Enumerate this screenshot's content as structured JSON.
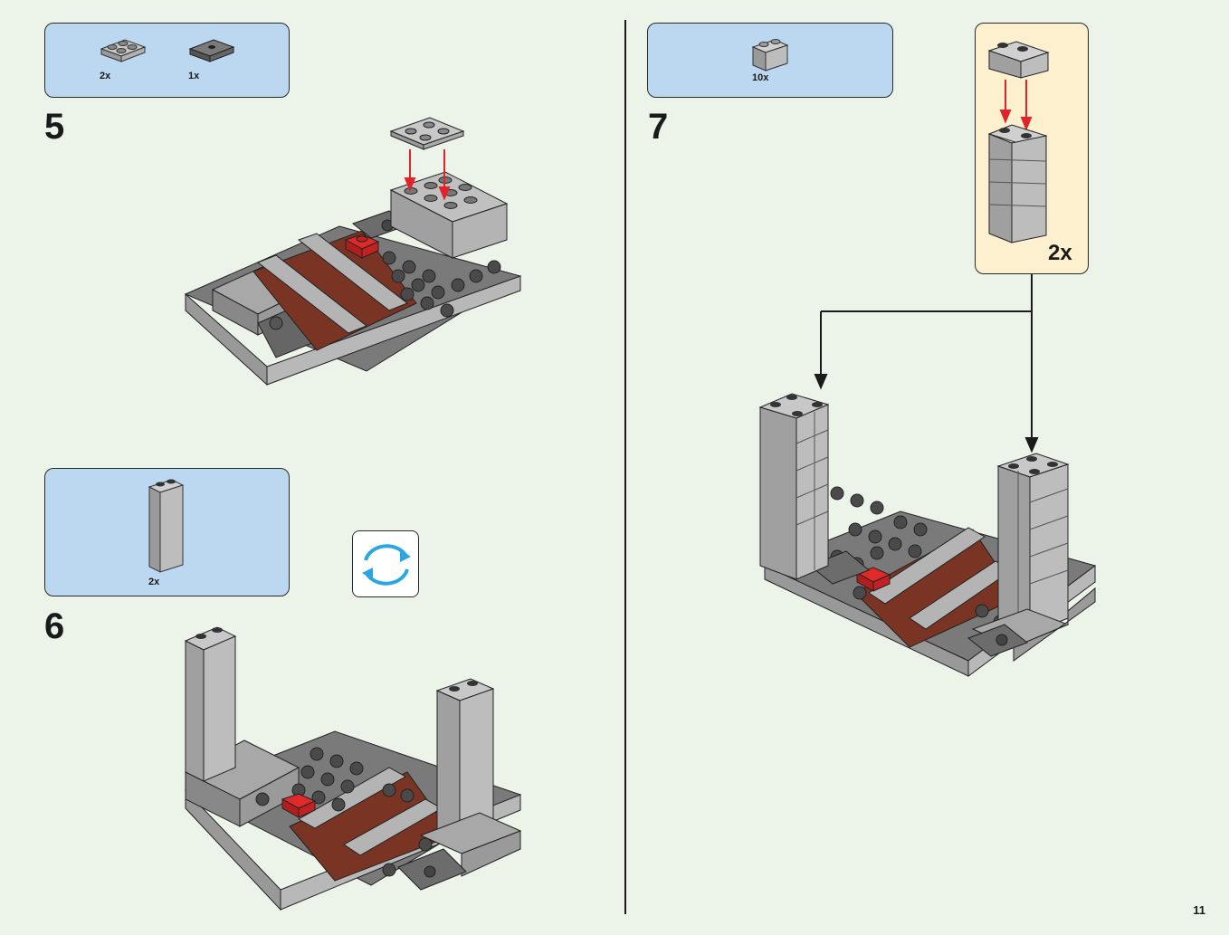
{
  "step5": {
    "number": "5",
    "parts": [
      {
        "name": "light-gray plate 2x2",
        "qty": "2x",
        "color": "#a8a8a8"
      },
      {
        "name": "dark-gray jumper plate 2x2",
        "qty": "1x",
        "color": "#6c6c6c"
      }
    ]
  },
  "step6": {
    "number": "6",
    "parts": [
      {
        "name": "light-gray brick 1x2x5",
        "qty": "2x",
        "color": "#b4b4b4"
      }
    ],
    "rotate_icon": "rotate-model-icon"
  },
  "step7": {
    "number": "7",
    "parts": [
      {
        "name": "light-gray brick 1x2",
        "qty": "10x",
        "color": "#b4b4b4"
      }
    ],
    "subassembly_qty": "2x"
  },
  "page_number": "11",
  "colors": {
    "background": "#ecf4ea",
    "parts_box": "#bcd8f0",
    "subassembly_box": "#fdf0cf",
    "light_gray": "#b4b4b4",
    "dark_gray": "#6c6c6c",
    "red_brown": "#7a3424",
    "red": "#d4232a",
    "arrow_red": "#e1242a",
    "rotate_blue": "#2aa6e0"
  }
}
